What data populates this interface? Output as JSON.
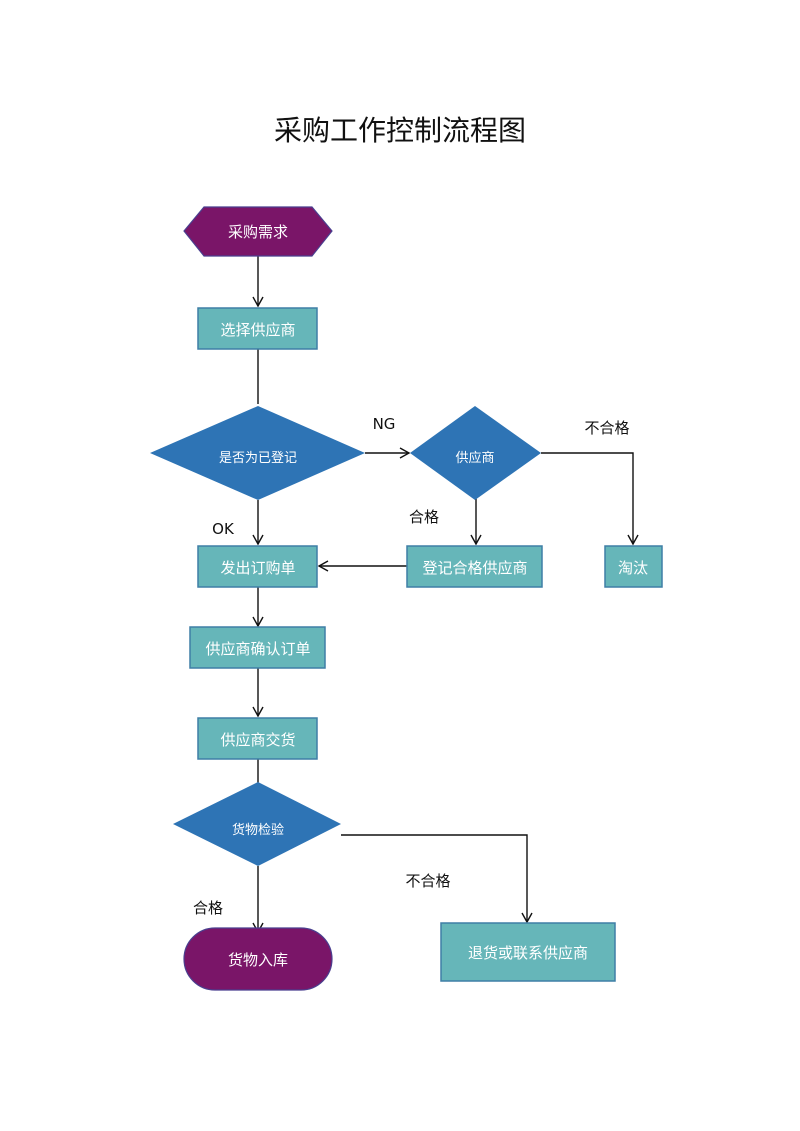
{
  "title": "采购工作控制流程图",
  "colors": {
    "terminal": "#7a1568",
    "process": "#66b6b9",
    "decision": "#2e74b5",
    "line": "#111111"
  },
  "nodes": {
    "start": "采购需求",
    "select_supplier": "选择供应商",
    "is_registered": "是否为已登记",
    "supplier_check": "供应商",
    "issue_po": "发出订购单",
    "register_supplier": "登记合格供应商",
    "eliminate": "淘汰",
    "supplier_confirm": "供应商确认订单",
    "supplier_deliver": "供应商交货",
    "inspection": "货物检验",
    "warehouse": "货物入库",
    "return": "退货或联系供应商"
  },
  "edge_labels": {
    "ng": "NG",
    "ok": "OK",
    "supplier_pass": "合格",
    "supplier_fail": "不合格",
    "inspect_pass": "合格",
    "inspect_fail": "不合格"
  }
}
